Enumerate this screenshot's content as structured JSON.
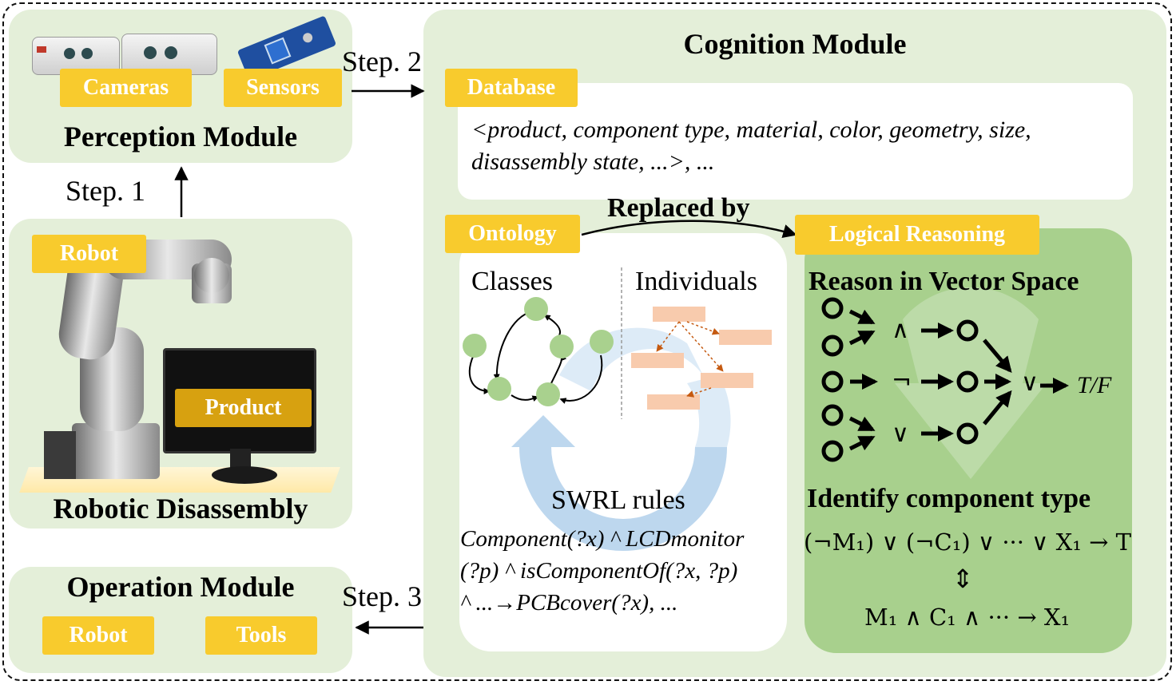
{
  "perception": {
    "title": "Perception Module",
    "tag_cameras": "Cameras",
    "tag_sensors": "Sensors"
  },
  "disassembly": {
    "title": "Robotic Disassembly",
    "tag_robot": "Robot",
    "tag_product": "Product"
  },
  "operation": {
    "title": "Operation Module",
    "tag_robot": "Robot",
    "tag_tools": "Tools"
  },
  "steps": {
    "step1": "Step. 1",
    "step2": "Step. 2",
    "step3": "Step. 3"
  },
  "cognition": {
    "title": "Cognition Module",
    "database": {
      "tag": "Database",
      "line1": "<product, component type, material, color, geometry, size,",
      "line2": "disassembly state, ...>, ..."
    },
    "replaced_by": "Replaced by",
    "ontology": {
      "tag": "Ontology",
      "classes": "Classes",
      "individuals": "Individuals",
      "swrl": "SWRL rules",
      "rule_line1": "Component(?x) ^ LCDmonitor",
      "rule_line2": "(?p) ^ isComponentOf(?x,  ?p)",
      "rule_line3": "^ ...→PCBcover(?x), ..."
    },
    "logical": {
      "tag": "Logical Reasoning",
      "vector_title": "Reason in Vector Space",
      "op_and": "∧",
      "op_not": "¬",
      "op_or": "∨",
      "op_or_final": "∨",
      "result": "T/F",
      "identify_title": "Identify component type",
      "formula1": "(¬M₁) ∨ (¬C₁) ∨ ··· ∨ X₁ → T",
      "equiv": "⇕",
      "formula2": "M₁ ∧ C₁ ∧ ··· → X₁"
    }
  },
  "colors": {
    "panel_green": "#e4efd9",
    "logic_green": "#a8d08d",
    "tag_yellow": "#f8cb2d",
    "node_green": "#a9d18e",
    "individual_peach": "#f8cbad",
    "cycle_blue": "#bdd7ee"
  }
}
